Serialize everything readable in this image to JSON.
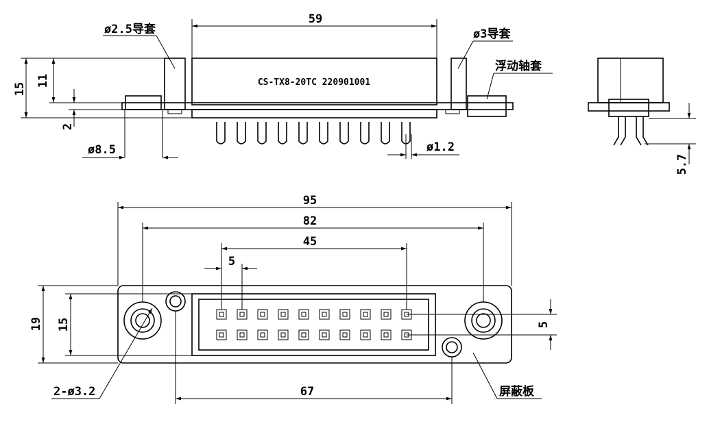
{
  "top_view": {
    "dim_59": "59",
    "guide_25": "ø2.5导套",
    "guide_3": "ø3导套",
    "float_bushing": "浮动轴套",
    "dim_15": "15",
    "dim_11": "11",
    "dim_2": "2",
    "dim_85": "ø8.5",
    "dim_12": "ø1.2",
    "part_label": "CS-TX8-20TC  220901001"
  },
  "side_view": {
    "dim_57": "5.7"
  },
  "front_view": {
    "dim_95": "95",
    "dim_82": "82",
    "dim_45": "45",
    "dim_5_pitch": "5",
    "dim_19": "19",
    "dim_15": "15",
    "dim_5_row": "5",
    "dim_67": "67",
    "holes": "2-ø3.2",
    "shield": "屏蔽板"
  }
}
